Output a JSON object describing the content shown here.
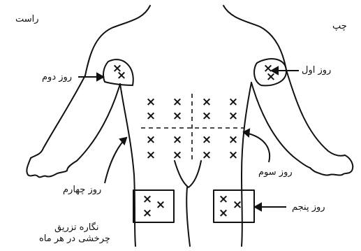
{
  "labels": {
    "right_side": "راست",
    "left_side": "چپ",
    "day1": "روز اول",
    "day2": "روز دوم",
    "day3": "روز سوم",
    "day4": "روز چهارم",
    "day5": "روز پنجم",
    "caption_line1": "نگاره تزریق",
    "caption_line2": "چرخشی در هر ماه"
  },
  "marker_symbol": "×",
  "colors": {
    "ink": "#111111",
    "background": "#ffffff"
  }
}
